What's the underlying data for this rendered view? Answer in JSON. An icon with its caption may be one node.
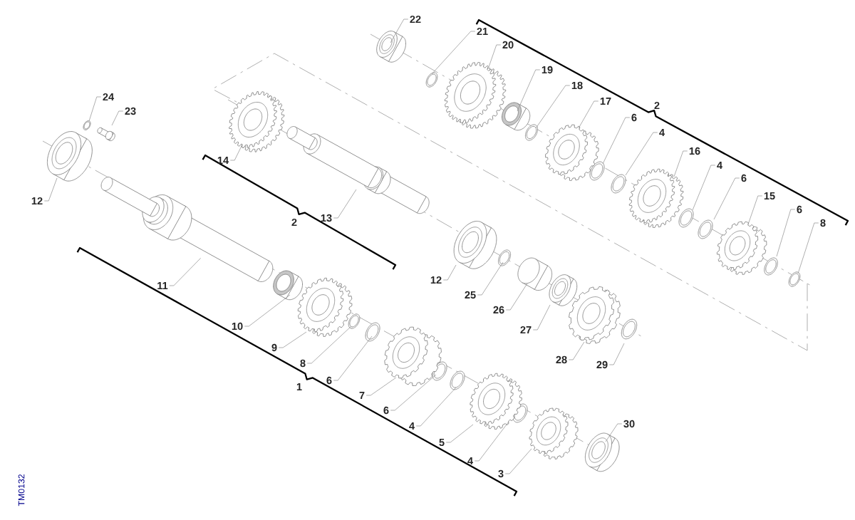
{
  "diagram": {
    "nodes": [
      {
        "text": [
          "22"
        ]
      },
      {
        "text": [
          "21"
        ]
      },
      {
        "text": [
          "20"
        ]
      },
      {
        "text": [
          "19"
        ]
      },
      {
        "text": [
          "18"
        ]
      },
      {
        "text": [
          "24"
        ]
      },
      {
        "text": [
          "17"
        ]
      },
      {
        "text": [
          "23"
        ]
      },
      {
        "text": [
          "6"
        ]
      },
      {
        "text": [
          "4"
        ]
      },
      {
        "text": [
          "16"
        ]
      },
      {
        "text": [
          "14"
        ]
      },
      {
        "text": [
          "4"
        ]
      },
      {
        "text": [
          "6"
        ]
      },
      {
        "text": [
          "15"
        ]
      },
      {
        "text": [
          "12"
        ]
      },
      {
        "text": [
          "6"
        ]
      },
      {
        "text": [
          "13"
        ]
      },
      {
        "text": [
          "8"
        ]
      },
      {
        "text": [
          "12"
        ]
      },
      {
        "text": [
          "11"
        ]
      },
      {
        "text": [
          "25"
        ]
      },
      {
        "text": [
          "26"
        ]
      },
      {
        "text": [
          "10"
        ]
      },
      {
        "text": [
          "27"
        ]
      },
      {
        "text": [
          "9"
        ]
      },
      {
        "text": [
          "28"
        ]
      },
      {
        "text": [
          "8"
        ]
      },
      {
        "text": [
          "29"
        ]
      },
      {
        "text": [
          "6"
        ]
      },
      {
        "text": [
          "7"
        ]
      },
      {
        "text": [
          "6"
        ]
      },
      {
        "text": [
          "30"
        ]
      },
      {
        "text": [
          "4"
        ]
      },
      {
        "text": [
          "5"
        ]
      },
      {
        "text": [
          "4"
        ]
      },
      {
        "text": [
          "3"
        ]
      },
      {
        "text": [],
        "shape": "picture"
      }
    ],
    "edges": [
      {
        "from": 0,
        "to": null,
        "arrow": "none"
      },
      {
        "from": 1,
        "to": null,
        "arrow": "none"
      },
      {
        "from": 2,
        "to": null,
        "arrow": "none"
      },
      {
        "from": 3,
        "to": null,
        "arrow": "none"
      },
      {
        "from": 4,
        "to": null,
        "arrow": "none"
      },
      {
        "from": 5,
        "to": null,
        "arrow": "none"
      },
      {
        "from": 6,
        "to": null,
        "arrow": "none"
      },
      {
        "from": 7,
        "to": null,
        "arrow": "none"
      },
      {
        "from": 8,
        "to": null,
        "arrow": "none"
      },
      {
        "from": 9,
        "to": null,
        "arrow": "none"
      },
      {
        "from": 10,
        "to": null,
        "arrow": "none"
      },
      {
        "from": 11,
        "to": null,
        "arrow": "none"
      },
      {
        "from": 12,
        "to": null,
        "arrow": "none"
      },
      {
        "from": 13,
        "to": null,
        "arrow": "none"
      },
      {
        "from": 14,
        "to": null,
        "arrow": "none"
      },
      {
        "from": 15,
        "to": null,
        "arrow": "none"
      },
      {
        "from": 16,
        "to": null,
        "arrow": "none"
      },
      {
        "from": 17,
        "to": null,
        "arrow": "none"
      },
      {
        "from": 18,
        "to": null,
        "arrow": "none"
      },
      {
        "from": 19,
        "to": null,
        "arrow": "none"
      },
      {
        "from": 20,
        "to": 37,
        "arrow": "none"
      },
      {
        "from": 21,
        "to": null,
        "arrow": "none"
      },
      {
        "from": 22,
        "to": null,
        "arrow": "none"
      },
      {
        "from": 23,
        "to": null,
        "arrow": "none"
      },
      {
        "from": 24,
        "to": null,
        "arrow": "none"
      },
      {
        "from": 25,
        "to": null,
        "arrow": "none"
      },
      {
        "from": 26,
        "to": null,
        "arrow": "none"
      },
      {
        "from": 27,
        "to": null,
        "arrow": "none"
      },
      {
        "from": 28,
        "to": null,
        "arrow": "none"
      },
      {
        "from": 29,
        "to": null,
        "arrow": "none"
      },
      {
        "from": 30,
        "to": null,
        "arrow": "none"
      },
      {
        "from": 31,
        "to": null,
        "arrow": "none"
      },
      {
        "from": 32,
        "to": null,
        "arrow": "none"
      },
      {
        "from": 33,
        "to": null,
        "arrow": "none"
      },
      {
        "from": 34,
        "to": null,
        "arrow": "none"
      },
      {
        "from": 35,
        "to": null,
        "arrow": "none"
      },
      {
        "from": 36,
        "to": null,
        "arrow": "none"
      }
    ],
    "labels": [
      "2",
      "2",
      "1",
      "TM0132"
    ]
  }
}
